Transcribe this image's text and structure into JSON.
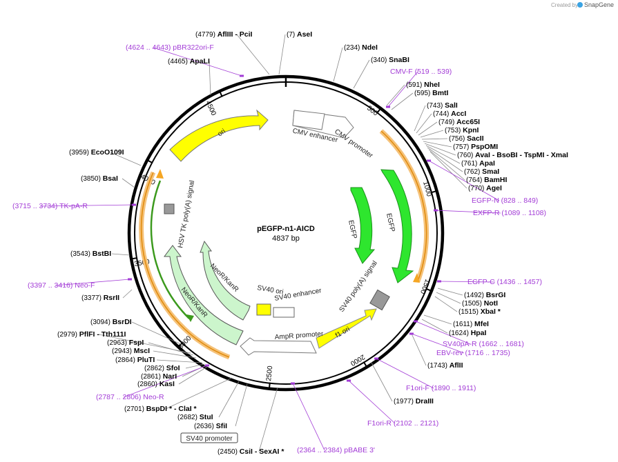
{
  "credit": {
    "created_by": "Created by",
    "brand": "SnapGene"
  },
  "plasmid": {
    "name": "pEGFP-n1-AICD",
    "size_label": "4837 bp"
  },
  "ticks": [
    "500",
    "1000",
    "1500",
    "2000",
    "2500",
    "3000",
    "3500",
    "4000",
    "4500"
  ],
  "sites": [
    {
      "id": "afliii_pcii",
      "pos": "(4779)",
      "names": "AflIII  - PciI"
    },
    {
      "id": "asei",
      "pos": "(7)",
      "names": "AseI"
    },
    {
      "id": "ndei",
      "pos": "(234)",
      "names": "NdeI"
    },
    {
      "id": "snabi",
      "pos": "(340)",
      "names": "SnaBI"
    },
    {
      "id": "nhei",
      "pos": "(591)",
      "names": "NheI"
    },
    {
      "id": "bmti",
      "pos": "(595)",
      "names": "BmtI"
    },
    {
      "id": "sali",
      "pos": "(743)",
      "names": "SalI"
    },
    {
      "id": "acci",
      "pos": "(744)",
      "names": "AccI"
    },
    {
      "id": "acc65i",
      "pos": "(749)",
      "names": "Acc65I"
    },
    {
      "id": "kpni",
      "pos": "(753)",
      "names": "KpnI"
    },
    {
      "id": "sacii",
      "pos": "(756)",
      "names": "SacII"
    },
    {
      "id": "pspomi",
      "pos": "(757)",
      "names": "PspOMI"
    },
    {
      "id": "avai",
      "pos": "(760)",
      "names": "AvaI   - BsoBI   - TspMI   - XmaI"
    },
    {
      "id": "apai",
      "pos": "(761)",
      "names": "ApaI"
    },
    {
      "id": "smai",
      "pos": "(762)",
      "names": "SmaI"
    },
    {
      "id": "bamhi",
      "pos": "(764)",
      "names": "BamHI"
    },
    {
      "id": "agei",
      "pos": "(770)",
      "names": "AgeI"
    },
    {
      "id": "bsrgi",
      "pos": "(1492)",
      "names": "BsrGI"
    },
    {
      "id": "noti",
      "pos": "(1505)",
      "names": "NotI"
    },
    {
      "id": "xbai",
      "pos": "(1515)",
      "names": "XbaI *"
    },
    {
      "id": "mfei",
      "pos": "(1611)",
      "names": "MfeI"
    },
    {
      "id": "hpai",
      "pos": "(1624)",
      "names": "HpaI"
    },
    {
      "id": "aflii",
      "pos": "(1743)",
      "names": "AflII"
    },
    {
      "id": "draiii",
      "pos": "(1977)",
      "names": "DraIII"
    },
    {
      "id": "csii",
      "pos": "(2450)",
      "names": "CsiI   - SexAI *"
    },
    {
      "id": "sfii",
      "pos": "(2636)",
      "names": "SfiI"
    },
    {
      "id": "stui",
      "pos": "(2682)",
      "names": "StuI"
    },
    {
      "id": "bspdi",
      "pos": "(2701)",
      "names": "BspDI *  - ClaI *"
    },
    {
      "id": "kasi",
      "pos": "(2860)",
      "names": "KasI"
    },
    {
      "id": "nari",
      "pos": "(2861)",
      "names": "NarI"
    },
    {
      "id": "sfoi",
      "pos": "(2862)",
      "names": "SfoI"
    },
    {
      "id": "pluti",
      "pos": "(2864)",
      "names": "PluTI"
    },
    {
      "id": "msci",
      "pos": "(2943)",
      "names": "MscI"
    },
    {
      "id": "fspi",
      "pos": "(2963)",
      "names": "FspI"
    },
    {
      "id": "pflfi",
      "pos": "(2979)",
      "names": "PflFI   - Tth111I"
    },
    {
      "id": "bsrdi",
      "pos": "(3094)",
      "names": "BsrDI"
    },
    {
      "id": "rsrii",
      "pos": "(3377)",
      "names": "RsrII"
    },
    {
      "id": "bstbi",
      "pos": "(3543)",
      "names": "BstBI"
    },
    {
      "id": "bsai",
      "pos": "(3850)",
      "names": "BsaI"
    },
    {
      "id": "ecoo109i",
      "pos": "(3959)",
      "names": "EcoO109I"
    },
    {
      "id": "apali",
      "pos": "(4465)",
      "names": "ApaLI"
    }
  ],
  "primers": [
    {
      "id": "pbr322ori_f",
      "pos": "(4624 .. 4643)",
      "name": "pBR322ori-F"
    },
    {
      "id": "cmv_f",
      "pos": "(519 .. 539)",
      "name": "CMV-F"
    },
    {
      "id": "egfp_n",
      "pos": "(828 .. 849)",
      "name": "EGFP-N"
    },
    {
      "id": "exfp_r",
      "pos": "(1089 .. 1108)",
      "name": "EXFP-R"
    },
    {
      "id": "egfp_c",
      "pos": "(1436 .. 1457)",
      "name": "EGFP-C"
    },
    {
      "id": "sv40pa_r",
      "pos": "(1662 .. 1681)",
      "name": "SV40pA-R"
    },
    {
      "id": "ebv_rev",
      "pos": "(1716 .. 1735)",
      "name": "EBV-rev"
    },
    {
      "id": "f1ori_f",
      "pos": "(1890 .. 1911)",
      "name": "F1ori-F"
    },
    {
      "id": "f1ori_r",
      "pos": "(2102 .. 2121)",
      "name": "F1ori-R"
    },
    {
      "id": "pbabe3",
      "pos": "(2364 .. 2384)",
      "name": "pBABE 3'"
    },
    {
      "id": "neo_r",
      "pos": "(2787 .. 2806)",
      "name": "Neo-R"
    },
    {
      "id": "neo_f",
      "pos": "(3397 .. 3416)",
      "name": "Neo-F"
    },
    {
      "id": "tkpa_r",
      "pos": "(3715 .. 3734)",
      "name": "TK-pA-R"
    }
  ],
  "features": {
    "cmv_enhancer": "CMV enhancer",
    "cmv_promoter": "CMV promoter",
    "egfp_outer": "EGFP",
    "egfp_inner": "EGFP",
    "sv40_polya": "SV40 poly(A) signal",
    "f1_ori": "f1 ori",
    "ampr_promoter": "AmpR promoter",
    "sv40_ori": "SV40 ori",
    "sv40_enhancer": "SV40 enhancer",
    "neokan_inner": "NeoR/KanR",
    "neokan_outer": "NeoR/KanR",
    "hsv_tk": "HSV TK poly(A) signal",
    "ori": "ori",
    "sv40_promoter_box": "SV40 promoter"
  },
  "colors": {
    "backbone": "#000000",
    "egfp": "#2ee62e",
    "ori": "#ffff00",
    "neo": "#ccf5cc",
    "promoter": "#ffffff",
    "polya": "#999999",
    "primer": "#a23bd6",
    "orange_arc": "#f5a623"
  }
}
